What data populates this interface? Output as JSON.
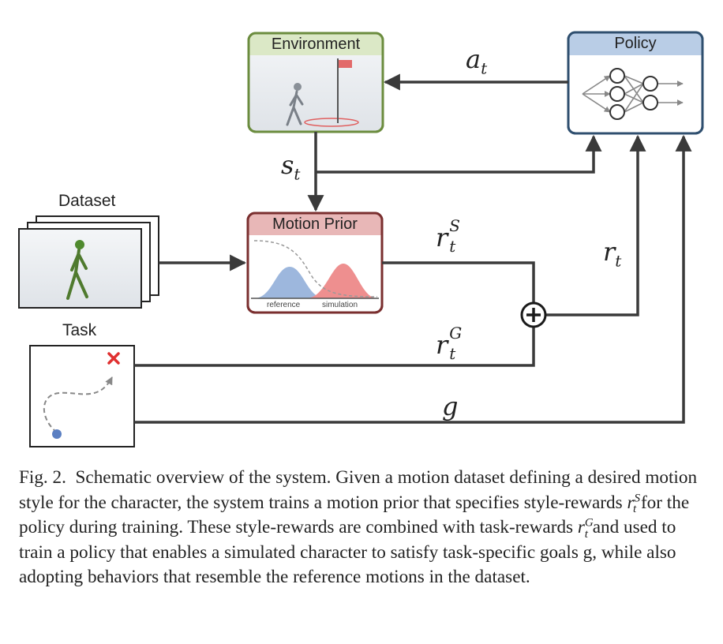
{
  "diagram": {
    "environment": {
      "title": "Environment"
    },
    "policy": {
      "title": "Policy"
    },
    "motion_prior": {
      "title": "Motion Prior",
      "label_left": "reference",
      "label_right": "simulation"
    },
    "dataset": {
      "title": "Dataset"
    },
    "task": {
      "title": "Task"
    },
    "symbols": {
      "action": "a",
      "action_sub": "t",
      "state": "s",
      "state_sub": "t",
      "style_reward": "r",
      "style_reward_sup": "S",
      "style_reward_sub": "t",
      "task_reward": "r",
      "task_reward_sup": "G",
      "task_reward_sub": "t",
      "reward": "r",
      "reward_sub": "t",
      "goal": "g",
      "combine": "+"
    }
  },
  "caption": {
    "prefix": "Fig. 2.",
    "part1": "Schematic overview of the system. Given a motion dataset defining a desired motion style for the character, the system trains a motion prior that specifies style-rewards ",
    "part2": " for the policy during training. These style-rewards are combined with task-rewards ",
    "part3": " and used to train a policy that enables a simulated character to satisfy task-specific goals g, while also adopting behaviors that resemble the reference motions in the dataset.",
    "r_letter": "r",
    "r_sub": "t",
    "sup_S": "S",
    "sup_G": "G"
  },
  "colors": {
    "line": "#3a3a3a",
    "environment_border": "#6b8c3e",
    "environment_header": "#dbe8c6",
    "policy_border": "#2f4f6f",
    "policy_header": "#b9cde6",
    "prior_border": "#7a2f2f",
    "prior_header": "#e8b7b7",
    "reference_fill": "#9db7dd",
    "simulation_fill": "#ee8f8f"
  }
}
